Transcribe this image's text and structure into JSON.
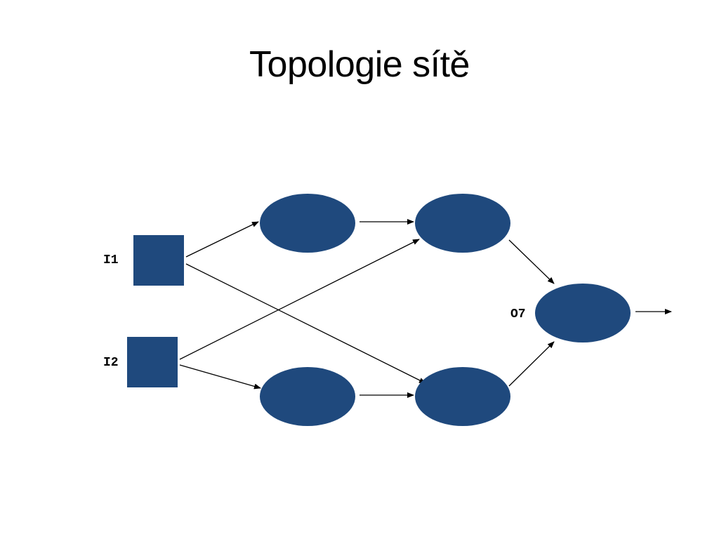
{
  "title": "Topologie sítě",
  "node_color": "#1F497D",
  "edge_color": "#000000",
  "nodes": [
    {
      "id": "I1",
      "shape": "square",
      "label": "I1"
    },
    {
      "id": "I2",
      "shape": "square",
      "label": "I2"
    },
    {
      "id": "H1",
      "shape": "ellipse",
      "label": ""
    },
    {
      "id": "H2",
      "shape": "ellipse",
      "label": ""
    },
    {
      "id": "H3",
      "shape": "ellipse",
      "label": ""
    },
    {
      "id": "H4",
      "shape": "ellipse",
      "label": ""
    },
    {
      "id": "O7",
      "shape": "ellipse",
      "label": "O7"
    }
  ],
  "edges": [
    {
      "from": "I1",
      "to": "H1"
    },
    {
      "from": "I1",
      "to": "H4"
    },
    {
      "from": "I2",
      "to": "H2"
    },
    {
      "from": "I2",
      "to": "H3"
    },
    {
      "from": "H1",
      "to": "H2"
    },
    {
      "from": "H3",
      "to": "H4"
    },
    {
      "from": "H2",
      "to": "O7"
    },
    {
      "from": "H4",
      "to": "O7"
    },
    {
      "from": "O7",
      "to": "output"
    }
  ]
}
